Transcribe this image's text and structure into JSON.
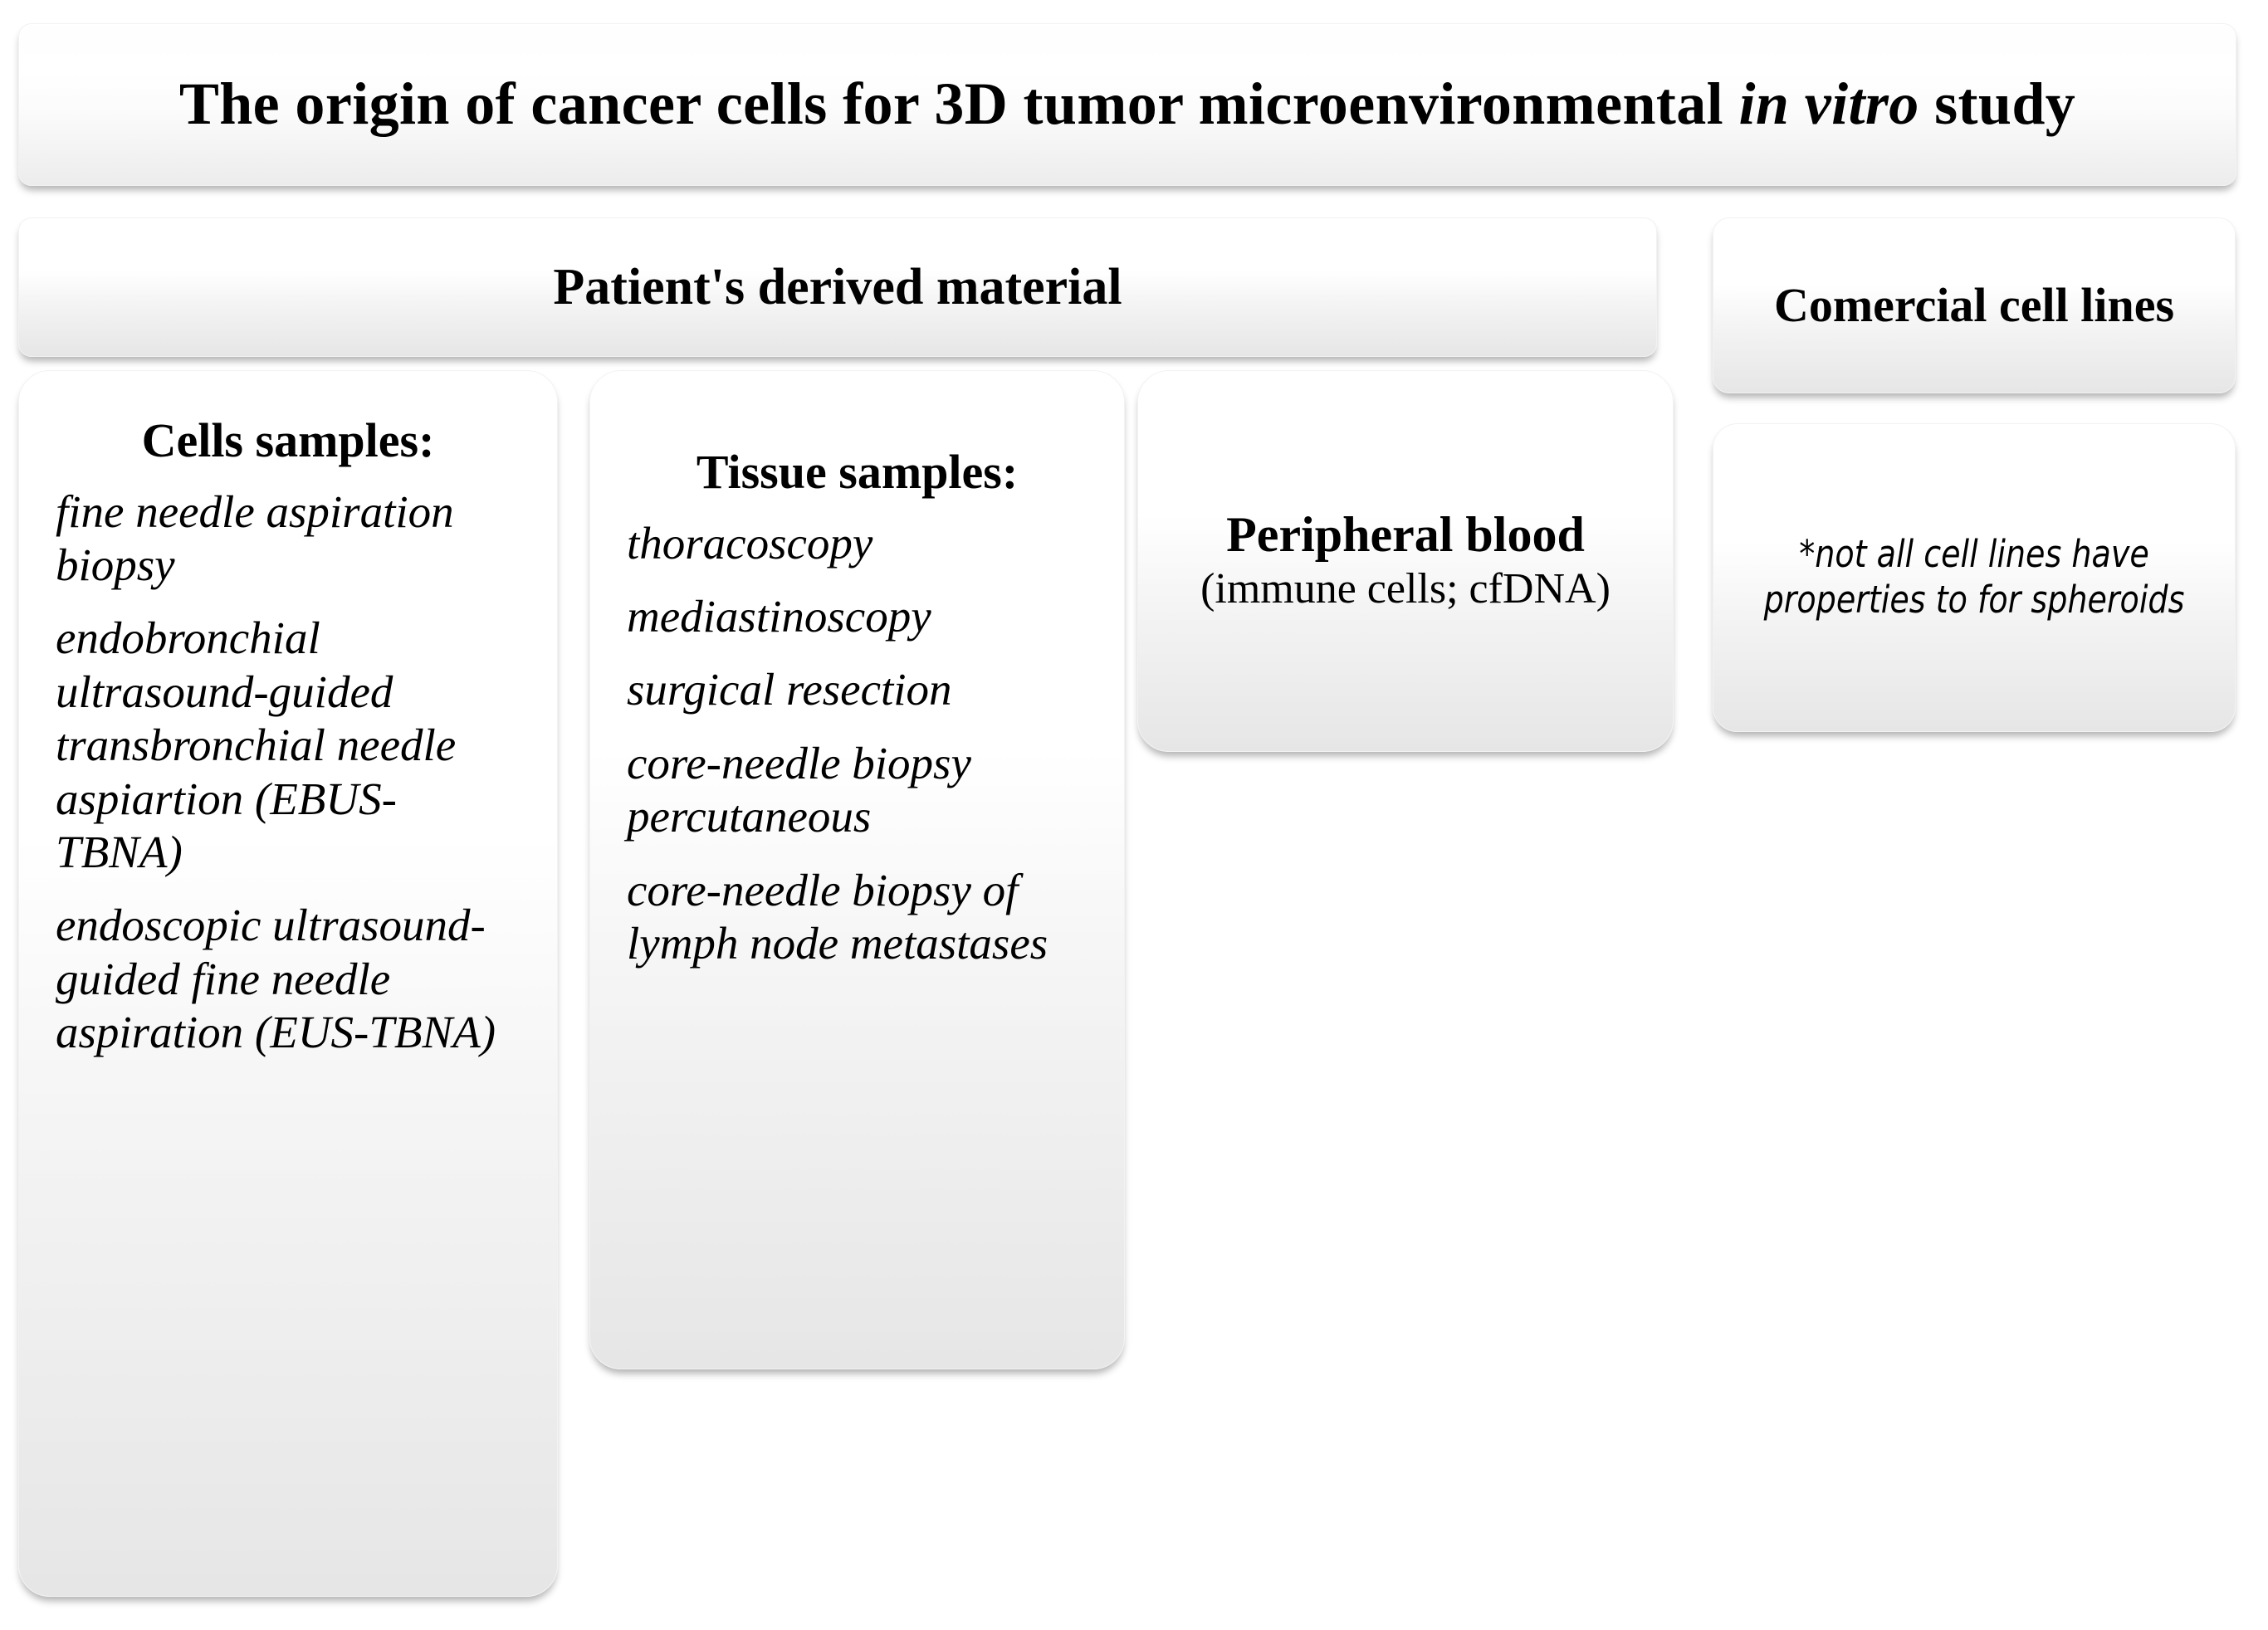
{
  "diagram": {
    "title": {
      "before_italic": "The origin of cancer cells for 3D tumor microenvironmental ",
      "italic": "in vitro",
      "after_italic": " study",
      "full": "The origin of cancer cells for 3D tumor microenvironmental in vitro study"
    },
    "headers": {
      "patient_material": "Patient's derived material",
      "commercial_cell_lines": "Comercial cell lines"
    },
    "columns": [
      {
        "id": "cells-samples",
        "heading": "Cells samples:",
        "items": [
          "fine needle aspiration biopsy",
          "endobronchial ultrasound-guided transbronchial needle aspiartion (EBUS-TBNA)",
          "endoscopic ultrasound-guided fine needle aspiration (EUS-TBNA)"
        ]
      },
      {
        "id": "tissue-samples",
        "heading": "Tissue samples:",
        "items": [
          "thoracoscopy",
          "mediastinoscopy",
          "surgical resection",
          "core-needle biopsy percutaneous",
          "core-needle biopsy of lymph node metastases"
        ]
      }
    ],
    "peripheral_blood": {
      "title": "Peripheral blood",
      "subtitle": "(immune cells;  cfDNA)"
    },
    "note": "*not all cell lines have properties to for spheroids"
  },
  "colors": {
    "text": "#000000",
    "card_top": "#ffffff",
    "card_bottom": "#e6e6e6",
    "background": "#ffffff"
  }
}
